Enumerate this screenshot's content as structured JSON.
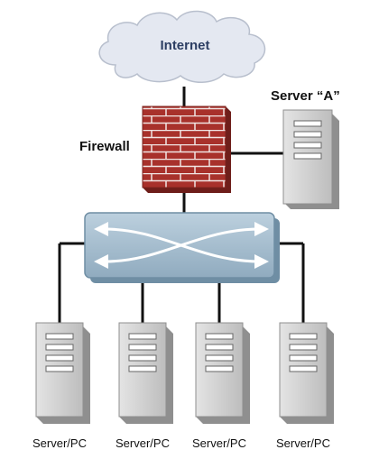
{
  "labels": {
    "internet": "Internet",
    "firewall": "Firewall",
    "server_a": "Server “A”",
    "pcs": [
      "Server/PC",
      "Server/PC",
      "Server/PC",
      "Server/PC"
    ]
  },
  "colors": {
    "cloud_fill": "#e4e8f1",
    "cloud_stroke": "#b8bfcd",
    "brick": "#a8312b",
    "mortar": "#f1e5e3",
    "switch_fill": "#a6bfd0",
    "switch_stroke": "#6f8ea4",
    "server_fill": "#d3d3d3",
    "server_dark": "#9a9a9a",
    "line": "#111111"
  }
}
